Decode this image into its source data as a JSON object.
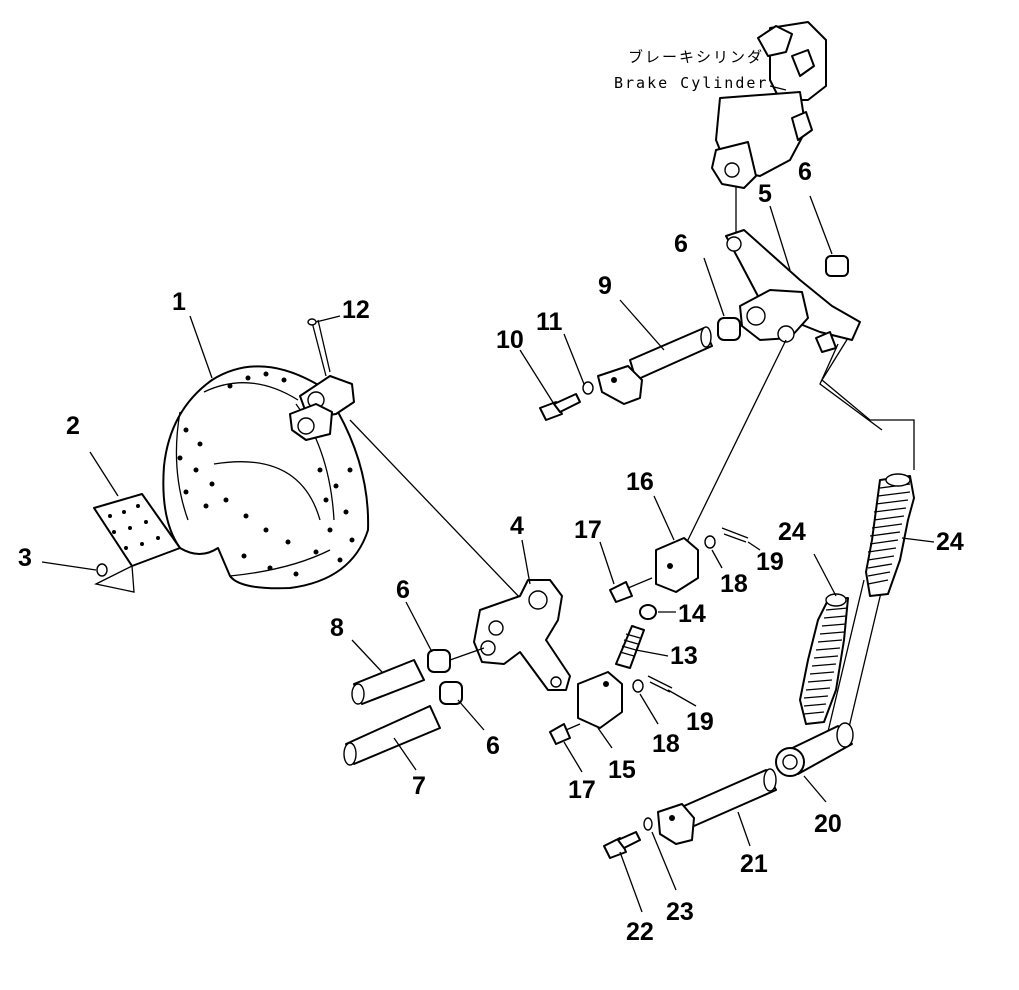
{
  "diagram": {
    "annotation": {
      "japanese": "ブレーキシリンダ",
      "english": "Brake Cylinder"
    },
    "callouts": [
      {
        "id": "c1",
        "label": "1"
      },
      {
        "id": "c2",
        "label": "2"
      },
      {
        "id": "c3",
        "label": "3"
      },
      {
        "id": "c4",
        "label": "4"
      },
      {
        "id": "c5",
        "label": "5"
      },
      {
        "id": "c6a",
        "label": "6"
      },
      {
        "id": "c6b",
        "label": "6"
      },
      {
        "id": "c6c",
        "label": "6"
      },
      {
        "id": "c6d",
        "label": "6"
      },
      {
        "id": "c7",
        "label": "7"
      },
      {
        "id": "c8",
        "label": "8"
      },
      {
        "id": "c9",
        "label": "9"
      },
      {
        "id": "c10",
        "label": "10"
      },
      {
        "id": "c11",
        "label": "11"
      },
      {
        "id": "c12",
        "label": "12"
      },
      {
        "id": "c13",
        "label": "13"
      },
      {
        "id": "c14",
        "label": "14"
      },
      {
        "id": "c15",
        "label": "15"
      },
      {
        "id": "c16",
        "label": "16"
      },
      {
        "id": "c17a",
        "label": "17"
      },
      {
        "id": "c17b",
        "label": "17"
      },
      {
        "id": "c18a",
        "label": "18"
      },
      {
        "id": "c18b",
        "label": "18"
      },
      {
        "id": "c19a",
        "label": "19"
      },
      {
        "id": "c19b",
        "label": "19"
      },
      {
        "id": "c20",
        "label": "20"
      },
      {
        "id": "c21",
        "label": "21"
      },
      {
        "id": "c22",
        "label": "22"
      },
      {
        "id": "c23",
        "label": "23"
      },
      {
        "id": "c24a",
        "label": "24"
      },
      {
        "id": "c24b",
        "label": "24"
      }
    ]
  }
}
